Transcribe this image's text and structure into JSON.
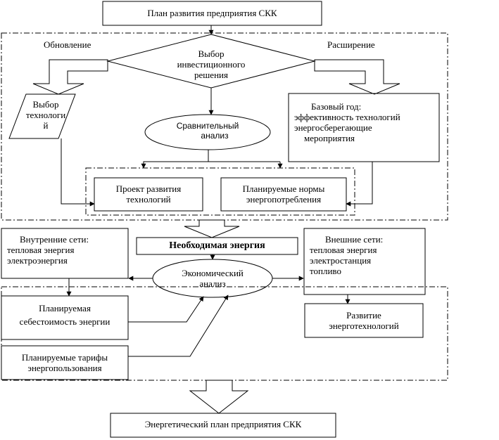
{
  "top_box": "План развития предприятия СКК",
  "label_update": "Обновление",
  "label_expand": "Расширение",
  "decision": [
    "Выбор",
    "инвестиционного",
    "решения"
  ],
  "tech_choice": [
    "Выбор",
    "технологи",
    "й"
  ],
  "base_year": [
    "Базовый год:",
    "эффективность технологий",
    "энергосберегающие",
    "мероприятия"
  ],
  "comparative": [
    "Сравнительный",
    "анализ"
  ],
  "tech_project": [
    "Проект развития",
    "технологий"
  ],
  "planned_norms": [
    "Планируемые нормы",
    "энергопотребления"
  ],
  "required_energy": "Необходимая энергия",
  "internal": [
    "Внутренние сети:",
    "тепловая энергия",
    "электроэнергия"
  ],
  "external": [
    "Внешние сети:",
    "тепловая энергия",
    "электростанция",
    "топливо"
  ],
  "economic": [
    "Экономический",
    "анализ"
  ],
  "planned_cost": [
    "Планируемая",
    "себестоимость энергии"
  ],
  "energotech": [
    "Развитие",
    "энерготехнологий"
  ],
  "planned_tariffs": [
    "Планируемые тарифы",
    "энергопользования"
  ],
  "bottom_box": "Энергетический план предприятия СКК"
}
